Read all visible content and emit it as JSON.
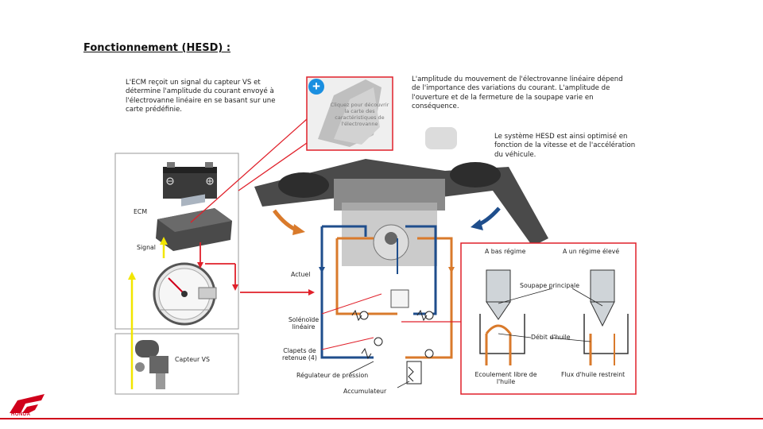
{
  "title": "Fonctionnement (HESD) :",
  "texts": {
    "ecm_paragraph": "L'ECM reçoit un signal du capteur VS et détermine l'amplitude du courant envoyé à l'électrovanne linéaire en se basant sur une carte prédéfinie.",
    "amplitude_paragraph": "L'amplitude du mouvement de l'électrovanne linéaire dépend de l'importance des variations du courant. L'amplitude de l'ouverture et de la fermeture de la soupape varie en conséquence.",
    "system_paragraph": "Le système HESD est ainsi optimisé en fonction de la vitesse et de l'accélération du véhicule.",
    "map_overlay": "Cliquez pour découvrir la carte des caractéristiques de l'électrovanne"
  },
  "labels": {
    "ecm": "ECM",
    "signal": "Signal",
    "capteur_vs": "Capteur VS",
    "actuel": "Actuel",
    "solenoide": "Solénoïde linéaire",
    "clapets": "Clapets de retenue (4)",
    "regulateur": "Régulateur de pression",
    "accumulateur": "Accumulateur",
    "bas_regime": "A bas régime",
    "regime_eleve": "A un régime élevé",
    "soupape": "Soupape principale",
    "debit": "Débit d'huile",
    "ecoulement_libre": "Ecoulement libre de l'huile",
    "flux_restreint": "Flux d'huile restreint"
  },
  "brand": "HONDA",
  "colors": {
    "accent_red": "#e0202a",
    "orange": "#d97a2b",
    "blue": "#1f4e8c",
    "yellow": "#f2e600"
  }
}
